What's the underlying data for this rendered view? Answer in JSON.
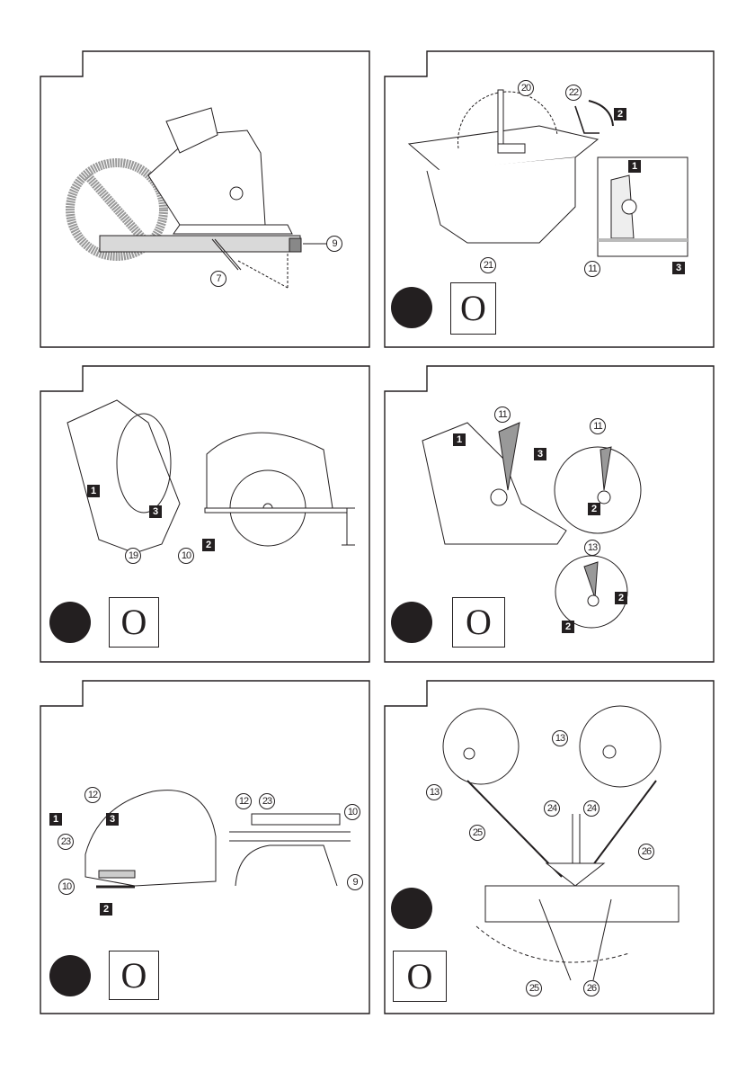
{
  "panels": [
    {
      "id": 1,
      "callouts": [
        "7",
        "9"
      ],
      "prohibited": true
    },
    {
      "id": 2,
      "callouts": [
        "20",
        "22",
        "21",
        "11"
      ],
      "steps": [
        "1",
        "2",
        "3"
      ],
      "battery_removed_icon": "battery-remove-icon",
      "switch_state": "O"
    },
    {
      "id": 3,
      "callouts": [
        "19",
        "10"
      ],
      "steps": [
        "1",
        "3",
        "2"
      ],
      "battery_removed_icon": "battery-remove-icon",
      "switch_state": "O"
    },
    {
      "id": 4,
      "callouts": [
        "11",
        "11",
        "13"
      ],
      "steps": [
        "1",
        "3",
        "2",
        "2",
        "2"
      ],
      "battery_removed_icon": "battery-remove-icon",
      "switch_state": "O"
    },
    {
      "id": 5,
      "callouts": [
        "12",
        "12",
        "23",
        "10",
        "23",
        "10",
        "9"
      ],
      "steps": [
        "1",
        "3",
        "2"
      ],
      "battery_removed_icon": "battery-remove-icon",
      "switch_state": "O"
    },
    {
      "id": 6,
      "callouts": [
        "13",
        "13",
        "24",
        "24",
        "25",
        "26",
        "25",
        "26"
      ],
      "battery_removed_icon": "battery-remove-icon",
      "switch_state": "O"
    }
  ],
  "colors": {
    "ink": "#231f20",
    "fill": "#d9d9d9"
  }
}
